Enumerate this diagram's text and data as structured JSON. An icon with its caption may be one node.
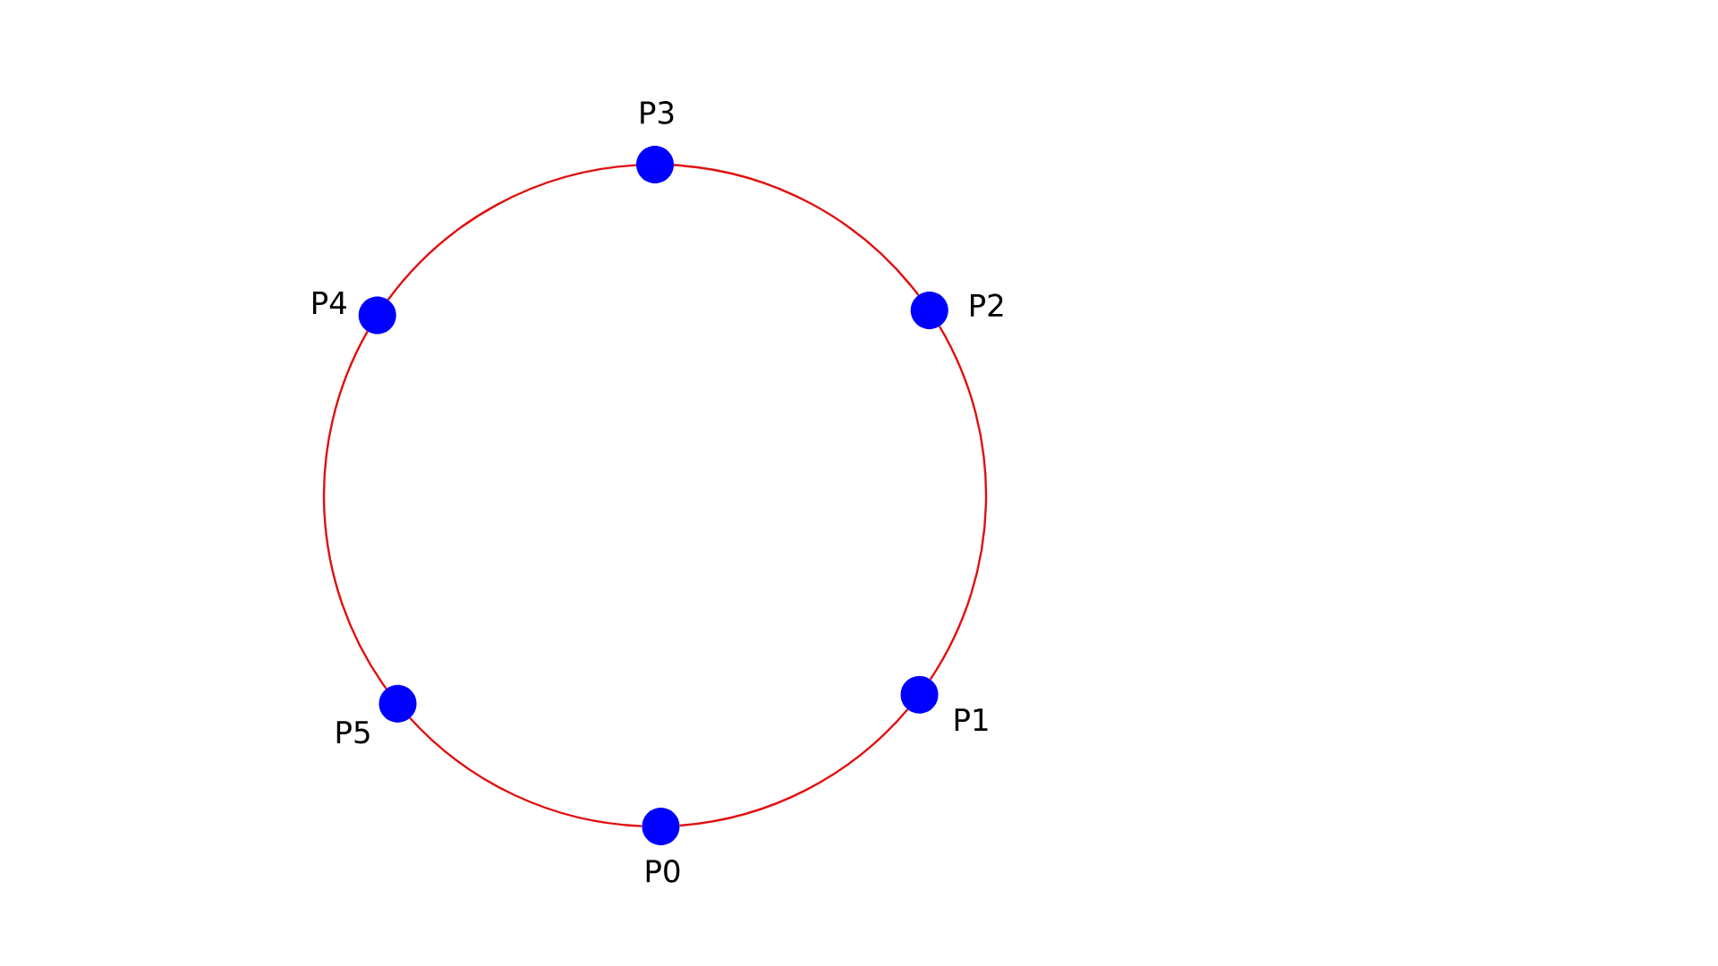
{
  "diagram": {
    "nodes": [
      {
        "text": [],
        "shape": "circle",
        "beside": [
          "P0"
        ]
      },
      {
        "text": [],
        "shape": "circle",
        "beside": [
          "P1"
        ]
      },
      {
        "text": [],
        "shape": "circle",
        "beside": [
          "P2"
        ]
      },
      {
        "text": [],
        "shape": "circle",
        "beside": [
          "P3"
        ]
      },
      {
        "text": [],
        "shape": "circle",
        "beside": [
          "P4"
        ]
      },
      {
        "text": [],
        "shape": "circle",
        "beside": [
          "P5"
        ]
      }
    ],
    "edges": [
      {
        "from": 0,
        "to": 1,
        "arrow": "none",
        "color": "#e01010"
      },
      {
        "from": 1,
        "to": 2,
        "arrow": "none",
        "color": "#e01010"
      },
      {
        "from": 2,
        "to": 3,
        "arrow": "none",
        "color": "#e01010"
      },
      {
        "from": 3,
        "to": 4,
        "arrow": "none",
        "color": "#e01010"
      },
      {
        "from": 4,
        "to": 5,
        "arrow": "none",
        "color": "#e01010"
      },
      {
        "from": 5,
        "to": 0,
        "arrow": "none",
        "color": "#e01010"
      }
    ]
  }
}
